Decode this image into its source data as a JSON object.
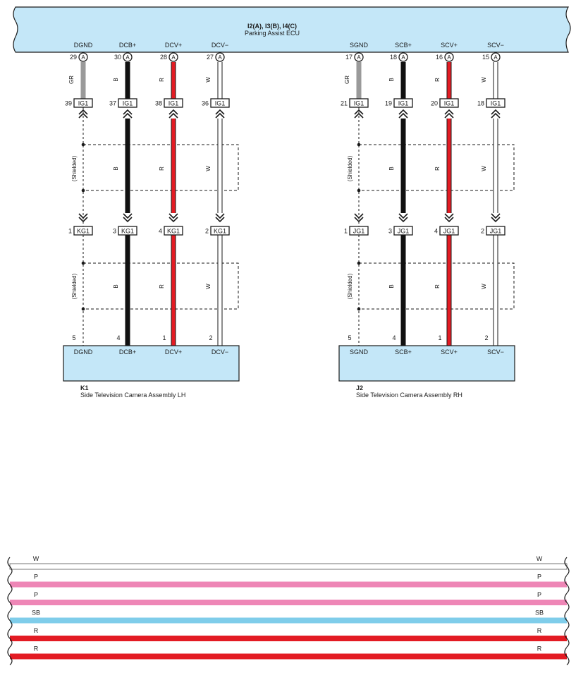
{
  "ecu": {
    "title": "I2(A), I3(B), I4(C)",
    "subtitle": "Parking Assist ECU"
  },
  "circuits": [
    {
      "id": "left",
      "wires": [
        {
          "ecu_pin": "29",
          "ecu_conn": "A",
          "signal": "DGND",
          "color_code": "GR",
          "ig_pin": "39",
          "ig_conn": "IG1",
          "mid_pin": "1",
          "mid_conn": "KG1",
          "cam_pin": "5",
          "cam_signal": "DGND",
          "shielded": true
        },
        {
          "ecu_pin": "30",
          "ecu_conn": "A",
          "signal": "DCB+",
          "color_code": "B",
          "ig_pin": "37",
          "ig_conn": "IG1",
          "mid_pin": "3",
          "mid_conn": "KG1",
          "cam_pin": "4",
          "cam_signal": "DCB+",
          "shielded": false
        },
        {
          "ecu_pin": "28",
          "ecu_conn": "A",
          "signal": "DCV+",
          "color_code": "R",
          "ig_pin": "38",
          "ig_conn": "IG1",
          "mid_pin": "4",
          "mid_conn": "KG1",
          "cam_pin": "1",
          "cam_signal": "DCV+",
          "shielded": false
        },
        {
          "ecu_pin": "27",
          "ecu_conn": "A",
          "signal": "DCV−",
          "color_code": "W",
          "ig_pin": "36",
          "ig_conn": "IG1",
          "mid_pin": "2",
          "mid_conn": "KG1",
          "cam_pin": "2",
          "cam_signal": "DCV−",
          "shielded": false
        }
      ],
      "shield_label": "(Shielded)",
      "component_id": "K1",
      "component_name": "Side Television Camera Assembly LH"
    },
    {
      "id": "right",
      "wires": [
        {
          "ecu_pin": "17",
          "ecu_conn": "A",
          "signal": "SGND",
          "color_code": "GR",
          "ig_pin": "21",
          "ig_conn": "IG1",
          "mid_pin": "1",
          "mid_conn": "JG1",
          "cam_pin": "5",
          "cam_signal": "SGND",
          "shielded": true
        },
        {
          "ecu_pin": "18",
          "ecu_conn": "A",
          "signal": "SCB+",
          "color_code": "B",
          "ig_pin": "19",
          "ig_conn": "IG1",
          "mid_pin": "3",
          "mid_conn": "JG1",
          "cam_pin": "4",
          "cam_signal": "SCB+",
          "shielded": false
        },
        {
          "ecu_pin": "16",
          "ecu_conn": "A",
          "signal": "SCV+",
          "color_code": "R",
          "ig_pin": "20",
          "ig_conn": "IG1",
          "mid_pin": "4",
          "mid_conn": "JG1",
          "cam_pin": "1",
          "cam_signal": "SCV+",
          "shielded": false
        },
        {
          "ecu_pin": "15",
          "ecu_conn": "A",
          "signal": "SCV−",
          "color_code": "W",
          "ig_pin": "18",
          "ig_conn": "IG1",
          "mid_pin": "2",
          "mid_conn": "JG1",
          "cam_pin": "2",
          "cam_signal": "SCV−",
          "shielded": false
        }
      ],
      "shield_label": "(Shielded)",
      "component_id": "J2",
      "component_name": "Side Television Camera Assembly RH"
    }
  ],
  "legend_bands": [
    {
      "code": "W",
      "color": "#ffffff"
    },
    {
      "code": "P",
      "color": "#ee86b6"
    },
    {
      "code": "P",
      "color": "#ee86b6"
    },
    {
      "code": "SB",
      "color": "#7fcdea"
    },
    {
      "code": "R",
      "color": "#e31b23"
    },
    {
      "code": "R",
      "color": "#e31b23"
    }
  ],
  "colors": {
    "component_fill": "#c4e7f8",
    "GR": "#9a9a9a",
    "B": "#111111",
    "R": "#e31b23",
    "W": "#ffffff"
  }
}
